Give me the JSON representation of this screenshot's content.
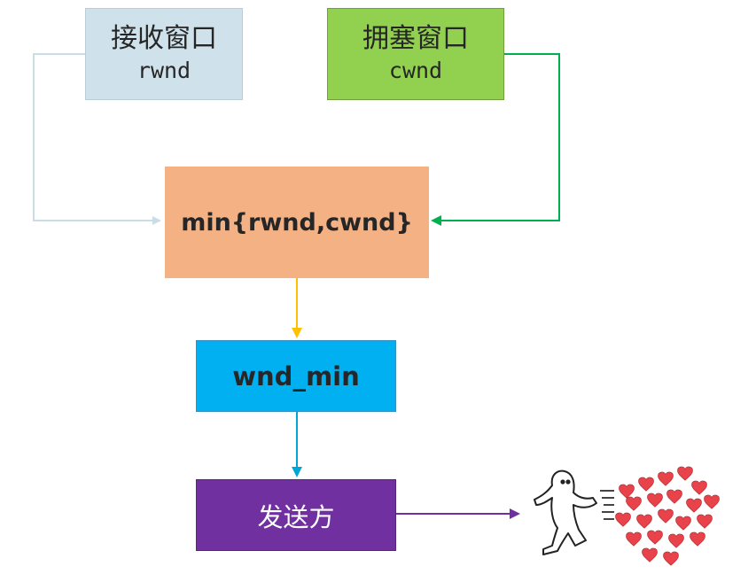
{
  "rwnd": {
    "title": "接收窗口",
    "code": "rwnd"
  },
  "cwnd": {
    "title": "拥塞窗口",
    "code": "cwnd"
  },
  "min_box": {
    "label": "min{rwnd,cwnd}"
  },
  "wnd_box": {
    "label": "wnd_min"
  },
  "sender_box": {
    "label": "发送方"
  },
  "colors": {
    "rwnd_fill": "#cfe1ea",
    "cwnd_fill": "#92d050",
    "min_fill": "#f4b183",
    "wnd_fill": "#00b0f0",
    "sender_fill": "#7030a0",
    "rwnd_arrow": "#c9dde6",
    "cwnd_arrow": "#00b050",
    "min_arrow": "#ffc000",
    "wnd_arrow": "#00a6d6",
    "sender_arrow": "#7030a0",
    "heart": "#e8424a"
  },
  "decoration": {
    "icon": "running-figure-with-hearts"
  }
}
